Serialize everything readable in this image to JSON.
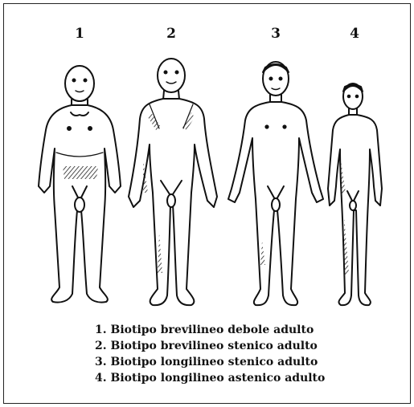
{
  "figure": {
    "types": [
      {
        "number": "1",
        "caption": "1. Biotipo brevilineo debole adulto"
      },
      {
        "number": "2",
        "caption": "2. Biotipo brevilineo stenico adulto"
      },
      {
        "number": "3",
        "caption": "3. Biotipo longilineo stenico adulto"
      },
      {
        "number": "4",
        "caption": "4. Biotipo longilineo astenico adulto"
      }
    ]
  }
}
